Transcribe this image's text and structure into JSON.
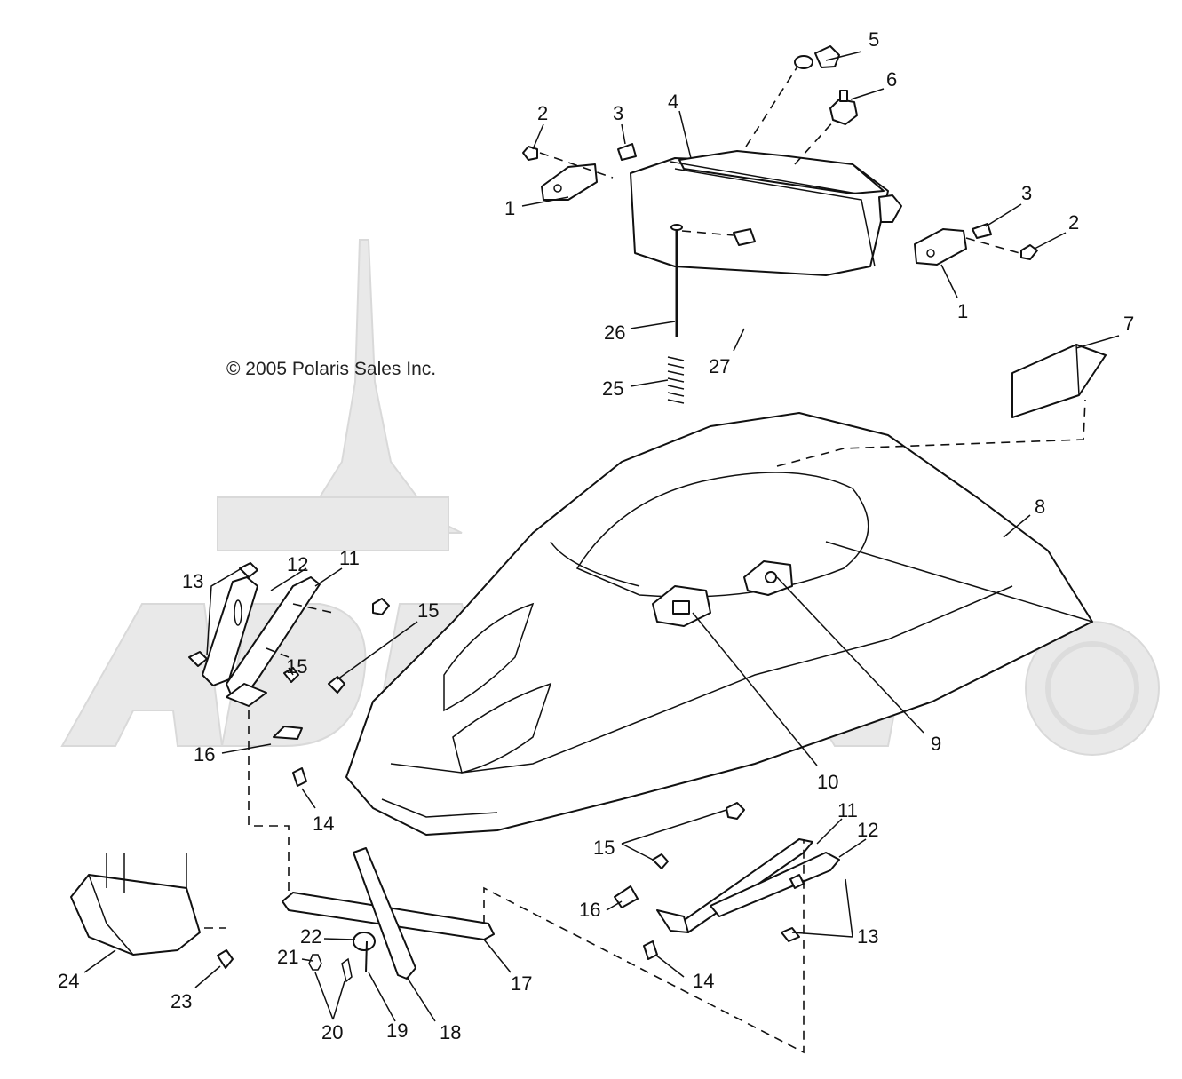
{
  "copyright": "© 2005 Polaris Sales Inc.",
  "watermark": "Admin",
  "colors": {
    "ink": "#111111",
    "watermark": "#e9e9e9",
    "background": "#ffffff"
  },
  "callouts": {
    "c1a": "1",
    "c1b": "1",
    "c2a": "2",
    "c2b": "2",
    "c3a": "3",
    "c3b": "3",
    "c4": "4",
    "c5": "5",
    "c6": "6",
    "c7": "7",
    "c8": "8",
    "c9": "9",
    "c10": "10",
    "c11a": "11",
    "c11b": "11",
    "c12a": "12",
    "c12b": "12",
    "c13a": "13",
    "c13b": "13",
    "c14a": "14",
    "c14b": "14",
    "c15a": "15",
    "c15b": "15",
    "c15c": "15",
    "c16a": "16",
    "c16b": "16",
    "c17": "17",
    "c18": "18",
    "c19": "19",
    "c20": "20",
    "c21": "21",
    "c22": "22",
    "c23": "23",
    "c24": "24",
    "c25": "25",
    "c26": "26",
    "c27": "27"
  }
}
